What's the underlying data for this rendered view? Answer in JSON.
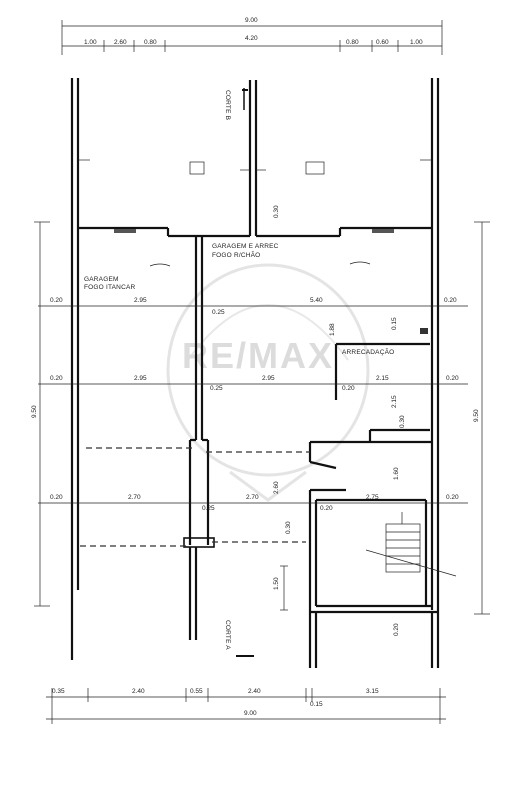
{
  "colors": {
    "ink": "#111111",
    "watermark": "#d9d9d9",
    "background": "#ffffff"
  },
  "top_dims": {
    "total": "9.00",
    "segments": [
      "1.00",
      "2.60",
      "0.80",
      "4.20",
      "0.80",
      "0.60",
      "1.00"
    ]
  },
  "bottom_dims": {
    "total": "9.00",
    "segments": [
      "0.35",
      "2.40",
      "0.55",
      "2.40",
      "0.15",
      "3.15"
    ]
  },
  "side_dims": {
    "left": "9.50",
    "right": "9.50"
  },
  "row_dims": [
    [
      "0.20",
      "2.95",
      "0.25",
      "5.40",
      "0.20"
    ],
    [
      "0.20",
      "2.95",
      "0.25",
      "2.95",
      "0.20",
      "2.15",
      "0.20"
    ],
    [
      "0.20",
      "2.70",
      "0.25",
      "2.70",
      "0.20",
      "2.75",
      "0.20"
    ]
  ],
  "inner_dims": [
    "0.30",
    "1.88",
    "0.15",
    "2.15",
    "0.30",
    "1.60",
    "2.60",
    "0.30",
    "1.50",
    "0.20"
  ],
  "rooms": {
    "garage_left_1": "GARAGEM",
    "garage_left_2": "FOGO ITANCAR",
    "garage_right_1": "GARAGEM E ARREC",
    "garage_right_2": "FOGO R/CHÃO",
    "storage": "ARRECADAÇÃO"
  },
  "sections": {
    "b": "CORTE B",
    "a": "CORTE A"
  },
  "watermark": "RE/MAX"
}
